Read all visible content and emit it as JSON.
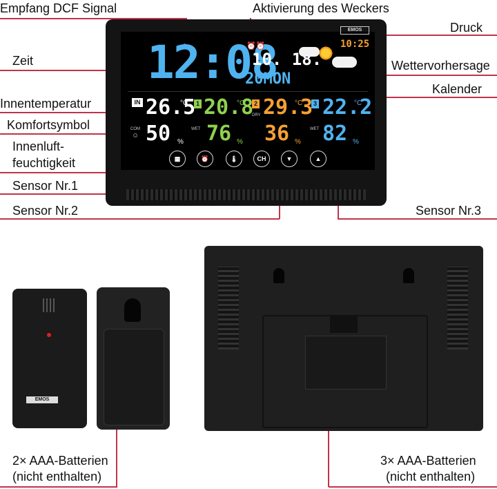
{
  "labels": {
    "dcf": "Empfang DCF Signal",
    "alarm": "Aktivierung des Weckers",
    "pressure": "Druck",
    "time": "Zeit",
    "forecast": "Wettervorhersage",
    "calendar": "Kalender",
    "indoor_temp": "Innentemperatur",
    "comfort": "Komfortsymbol",
    "humidity_1": "Innenluft-",
    "humidity_2": "feuchtigkeit",
    "sensor1": "Sensor Nr.1",
    "sensor2": "Sensor Nr.2",
    "sensor3": "Sensor Nr.3",
    "batt_left_1": "2× AAA-Batterien",
    "batt_left_2": "(nicht enthalten)",
    "batt_right_1": "3× AAA-Batterien",
    "batt_right_2": "(nicht enthalten)"
  },
  "display": {
    "brand": "EMOS",
    "time": "12:08",
    "date": "10. 18.",
    "weekday_year": "20MON",
    "pressure_time": "10:25",
    "indoor": {
      "badge": "IN",
      "temp": "26.5",
      "humidity": "50",
      "comfort": "COM"
    },
    "ch1": {
      "badge": "1",
      "temp": "20.8",
      "humidity": "76",
      "tag": "WET"
    },
    "ch2": {
      "badge": "2",
      "temp": "29.3",
      "humidity": "36",
      "tag": "DRY"
    },
    "ch3": {
      "badge": "3",
      "temp": "22.2",
      "humidity": "82",
      "tag": "WET"
    },
    "temp_unit": "°C",
    "hum_unit": "%",
    "buttons": [
      "CH"
    ]
  },
  "sensor_brand": "EMOS",
  "colors": {
    "line": "#c0334a",
    "indoor": "#ffffff",
    "ch1": "#8fd14f",
    "ch2": "#f5a033",
    "ch3": "#4fb3f0",
    "clock": "#4fb3f0",
    "pressure": "#f5a033"
  }
}
